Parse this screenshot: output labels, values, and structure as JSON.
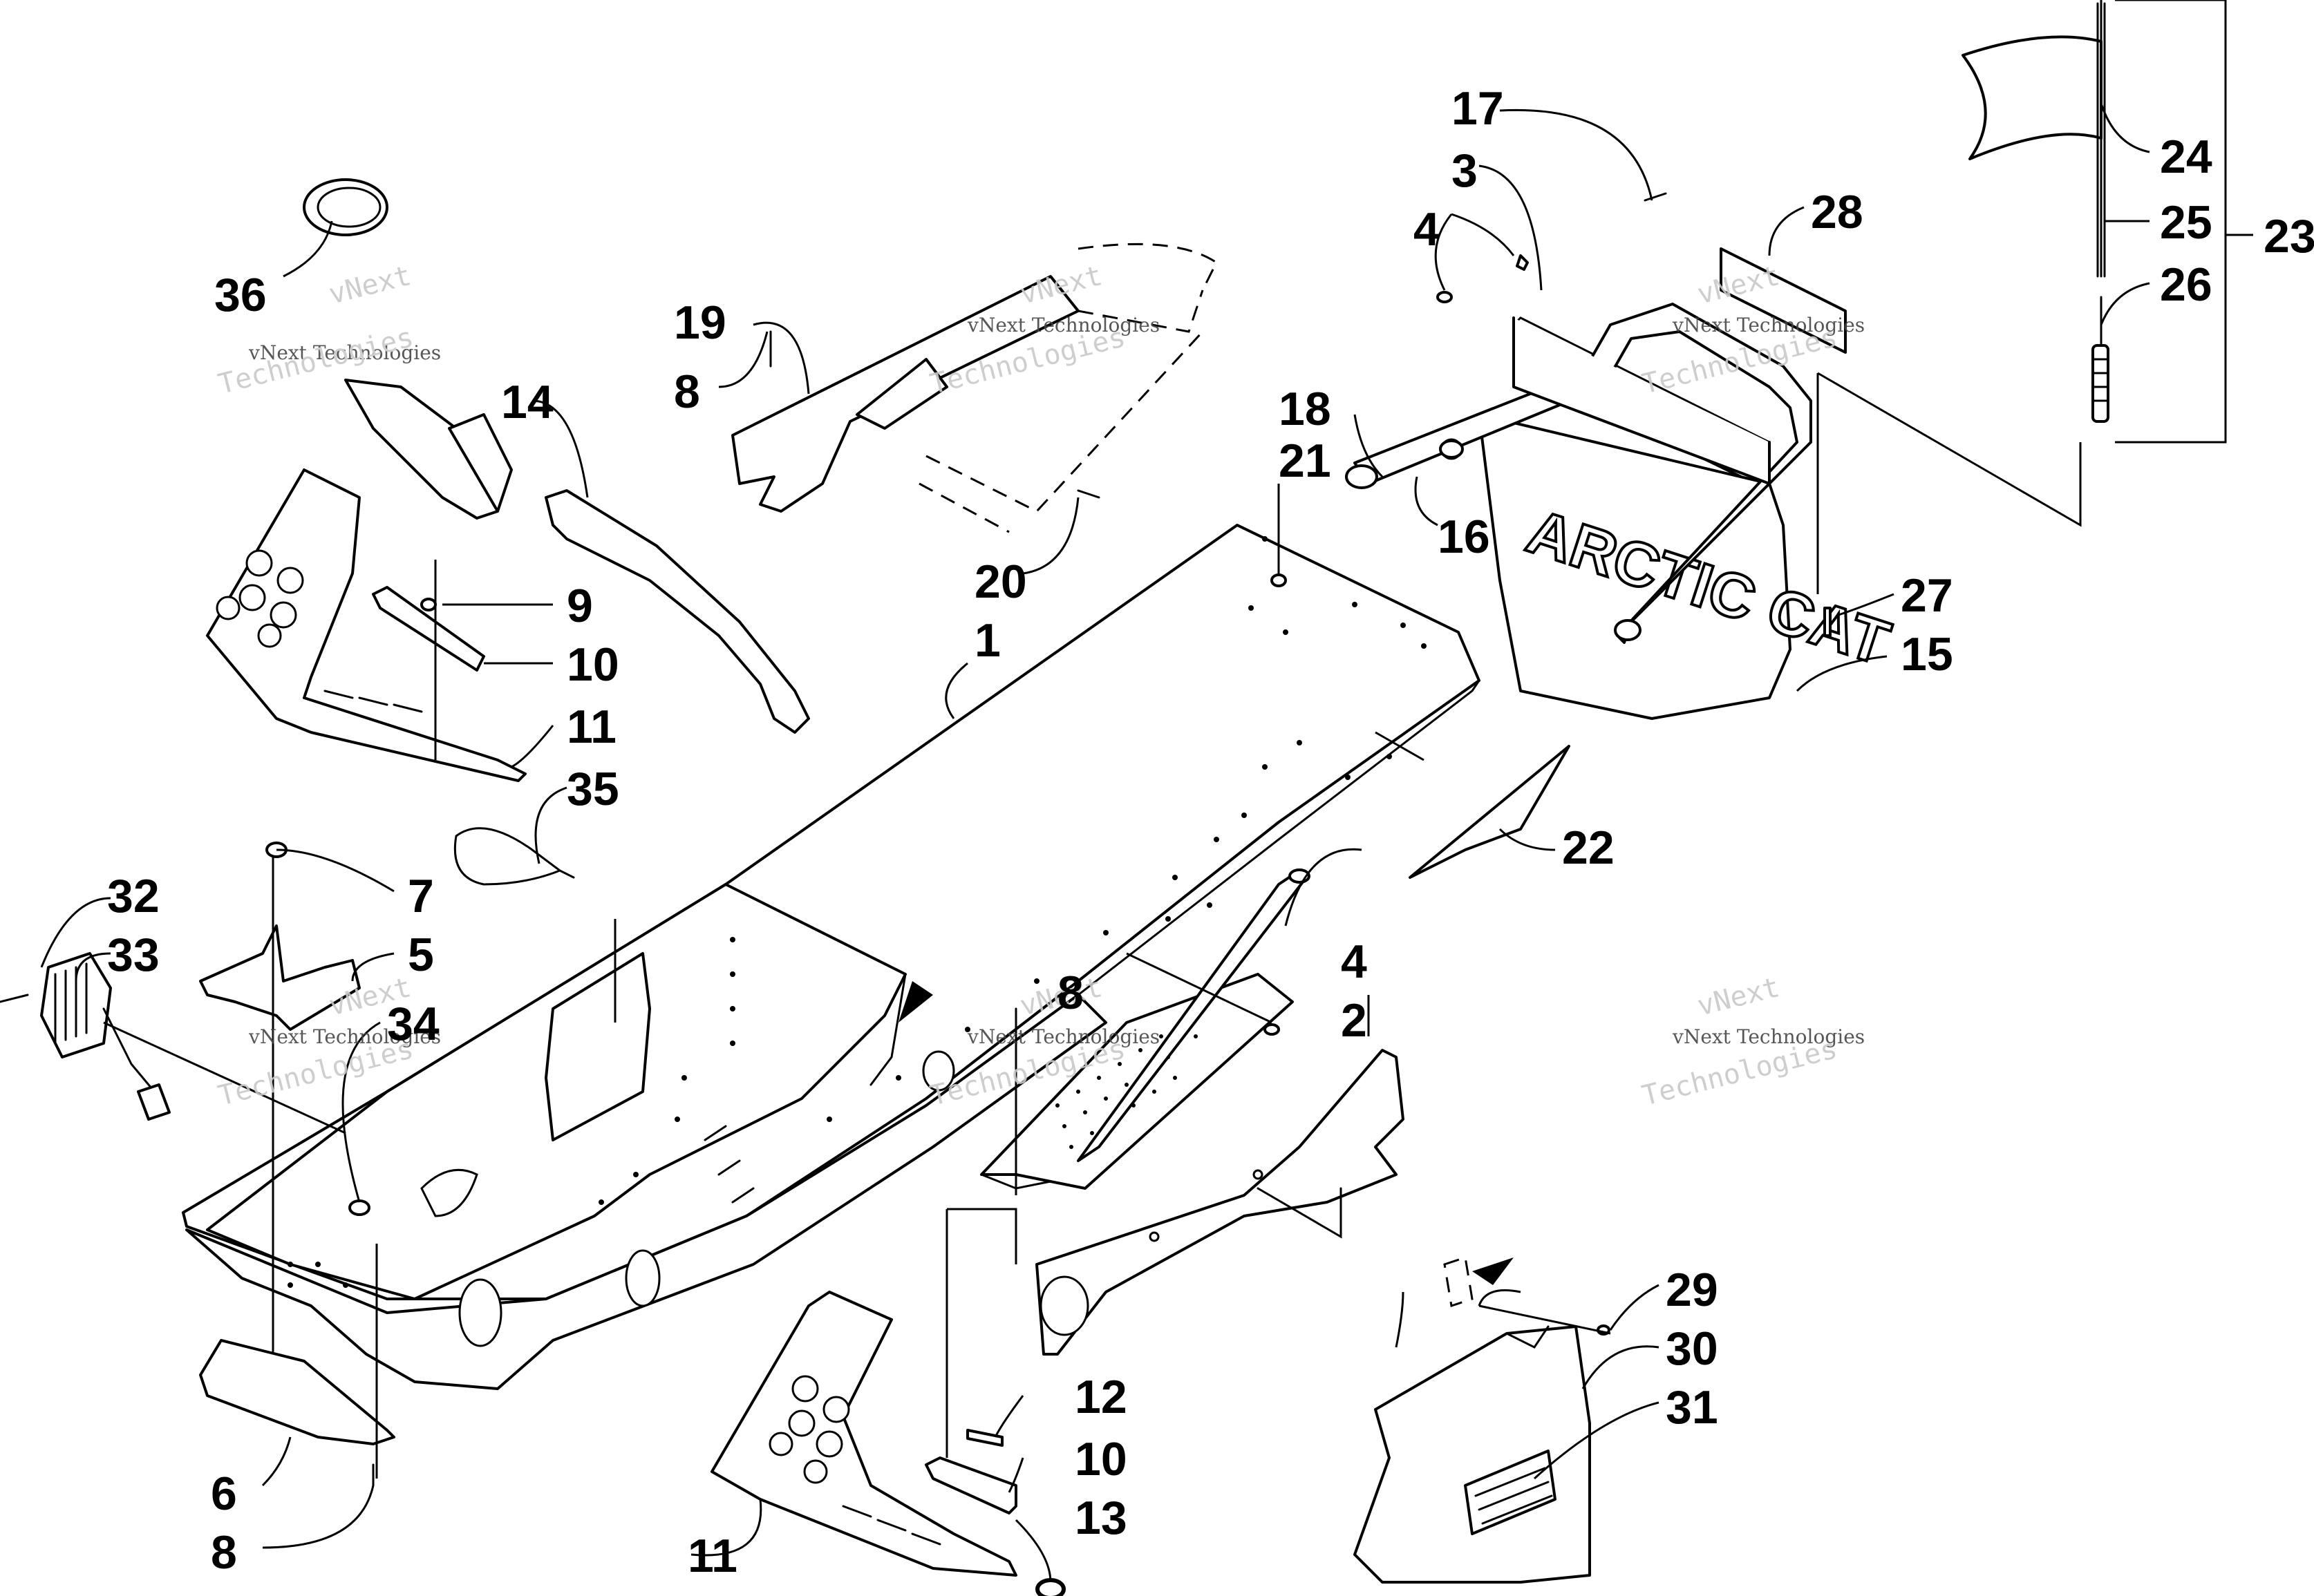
{
  "watermark": {
    "brand": "vNext",
    "line1": "vNext Technologies",
    "line2": "Technologies"
  },
  "part_labels": [
    {
      "id": "label-1",
      "text": "1"
    },
    {
      "id": "label-2",
      "text": "2"
    },
    {
      "id": "label-3",
      "text": "3"
    },
    {
      "id": "label-4a",
      "text": "4"
    },
    {
      "id": "label-4b",
      "text": "4"
    },
    {
      "id": "label-5",
      "text": "5"
    },
    {
      "id": "label-6",
      "text": "6"
    },
    {
      "id": "label-7",
      "text": "7"
    },
    {
      "id": "label-8a",
      "text": "8"
    },
    {
      "id": "label-8b",
      "text": "8"
    },
    {
      "id": "label-8c",
      "text": "8"
    },
    {
      "id": "label-9",
      "text": "9"
    },
    {
      "id": "label-10a",
      "text": "10"
    },
    {
      "id": "label-10b",
      "text": "10"
    },
    {
      "id": "label-11a",
      "text": "11"
    },
    {
      "id": "label-11b",
      "text": "11"
    },
    {
      "id": "label-12",
      "text": "12"
    },
    {
      "id": "label-13",
      "text": "13"
    },
    {
      "id": "label-14",
      "text": "14"
    },
    {
      "id": "label-15",
      "text": "15"
    },
    {
      "id": "label-16",
      "text": "16"
    },
    {
      "id": "label-17",
      "text": "17"
    },
    {
      "id": "label-18",
      "text": "18"
    },
    {
      "id": "label-19",
      "text": "19"
    },
    {
      "id": "label-20",
      "text": "20"
    },
    {
      "id": "label-21",
      "text": "21"
    },
    {
      "id": "label-22",
      "text": "22"
    },
    {
      "id": "label-23",
      "text": "23"
    },
    {
      "id": "label-24",
      "text": "24"
    },
    {
      "id": "label-25",
      "text": "25"
    },
    {
      "id": "label-26",
      "text": "26"
    },
    {
      "id": "label-27",
      "text": "27"
    },
    {
      "id": "label-28",
      "text": "28"
    },
    {
      "id": "label-29",
      "text": "29"
    },
    {
      "id": "label-30",
      "text": "30"
    },
    {
      "id": "label-31",
      "text": "31"
    },
    {
      "id": "label-32",
      "text": "32"
    },
    {
      "id": "label-33",
      "text": "33"
    },
    {
      "id": "label-34",
      "text": "34"
    },
    {
      "id": "label-35",
      "text": "35"
    },
    {
      "id": "label-36",
      "text": "36"
    }
  ],
  "flap_text": "ARCTIC CAT"
}
